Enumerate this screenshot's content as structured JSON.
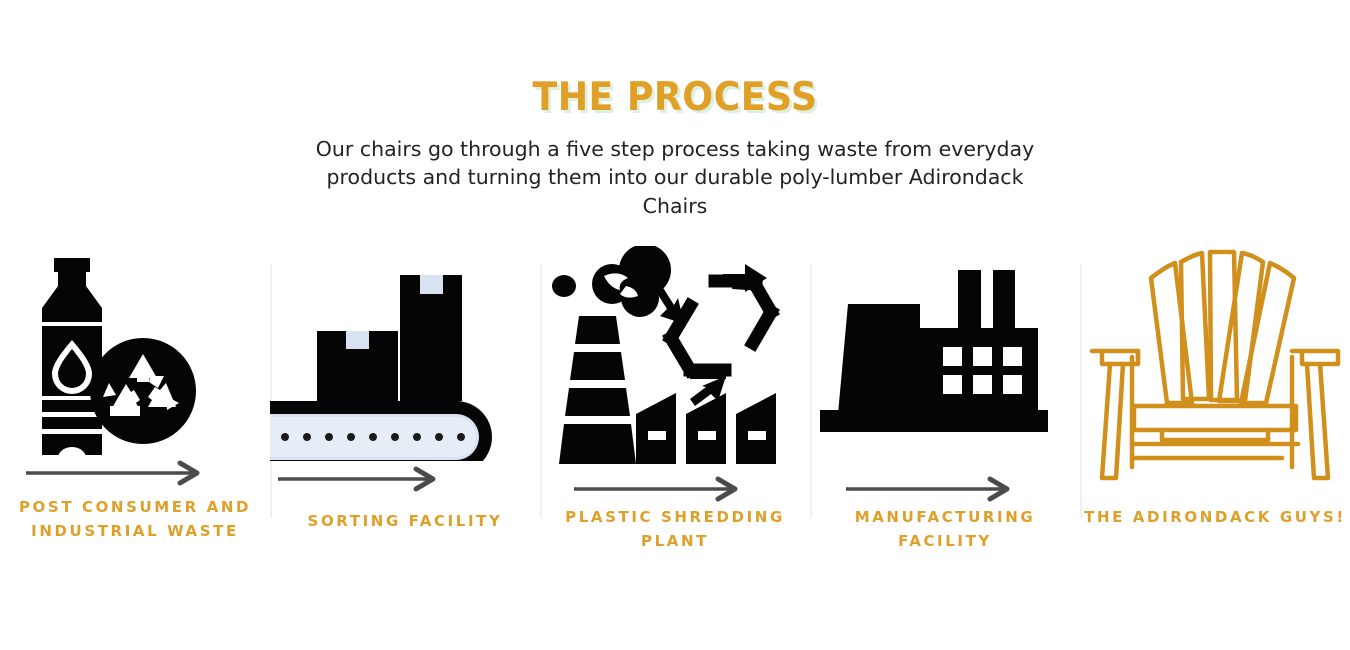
{
  "header": {
    "title": "THE PROCESS",
    "subtitle": "Our chairs go through a five step process taking waste from everyday products and turning them into our durable poly-lumber Adirondack Chairs"
  },
  "colors": {
    "accent_orange": "#dfa02a",
    "title_orange": "#e0a028",
    "title_shadow_green": "#ddf0dd",
    "icon_black": "#050505",
    "arrow_gray": "#4d4a4d",
    "divider_gray": "#f2efec",
    "conveyor_light": "#d9e2f0",
    "background": "#ffffff",
    "body_text": "#232323"
  },
  "steps": [
    {
      "index": 1,
      "label": "POST CONSUMER AND INDUSTRIAL WASTE",
      "icon": "bottle-recycle-icon",
      "has_arrow": true,
      "arrow": "right-arrow-icon"
    },
    {
      "index": 2,
      "label": "SORTING FACILITY",
      "icon": "conveyor-belt-icon",
      "has_arrow": true,
      "arrow": "right-arrow-icon"
    },
    {
      "index": 3,
      "label": "PLASTIC SHREDDING PLANT",
      "icon": "smokestack-recycle-icon",
      "has_arrow": true,
      "arrow": "right-arrow-icon"
    },
    {
      "index": 4,
      "label": "MANUFACTURING FACILITY",
      "icon": "factory-icon",
      "has_arrow": true,
      "arrow": "right-arrow-icon"
    },
    {
      "index": 5,
      "label": "THE ADIRONDACK GUYS!",
      "icon": "adirondack-chair-icon",
      "has_arrow": false,
      "arrow": ""
    }
  ]
}
